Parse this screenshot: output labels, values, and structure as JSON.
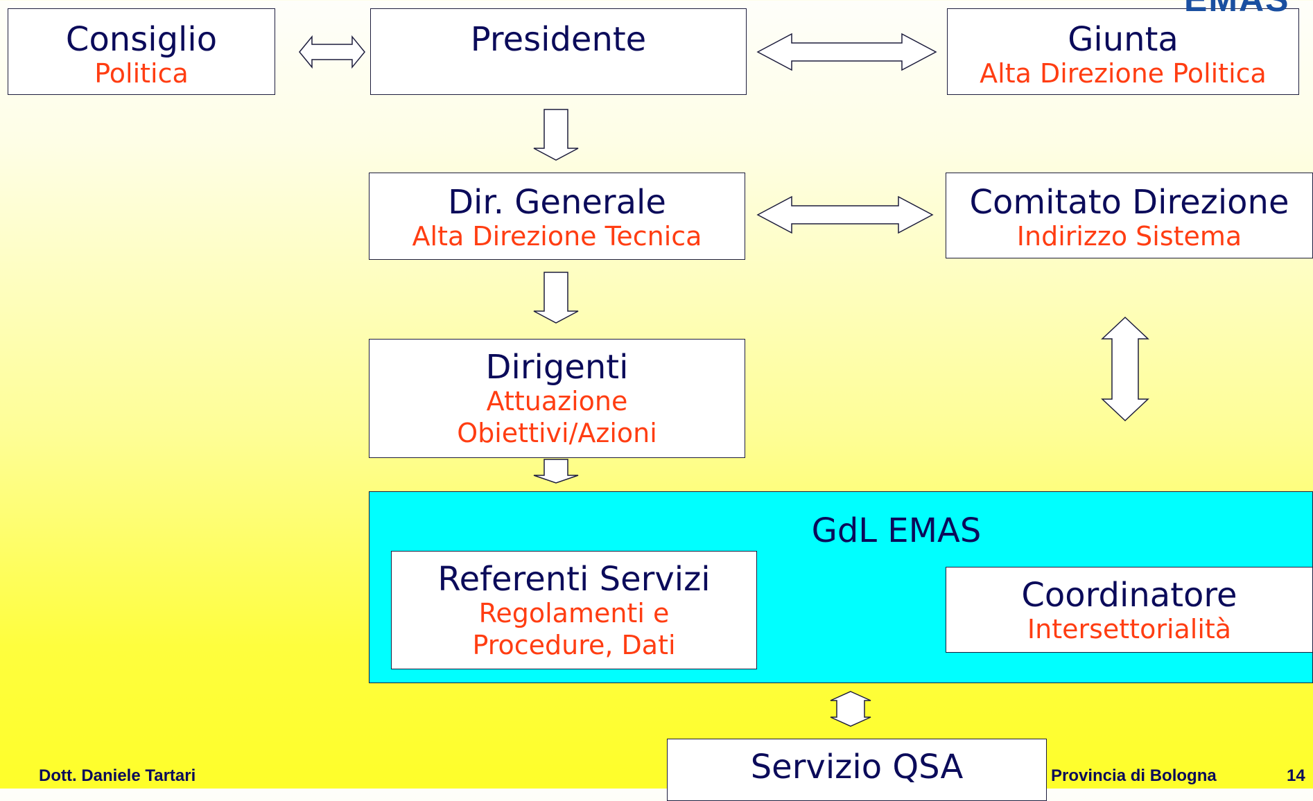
{
  "logo": {
    "text": "EMAS"
  },
  "nodes": {
    "consiglio": {
      "title": "Consiglio",
      "subtitle": "Politica"
    },
    "presidente": {
      "title": "Presidente"
    },
    "giunta": {
      "title": "Giunta",
      "subtitle": "Alta Direzione Politica"
    },
    "dir_generale": {
      "title": "Dir. Generale",
      "subtitle": "Alta Direzione Tecnica"
    },
    "comitato": {
      "title": "Comitato Direzione",
      "subtitle": "Indirizzo Sistema"
    },
    "dirigenti": {
      "title": "Dirigenti",
      "subtitle_1": "Attuazione",
      "subtitle_2": "Obiettivi/Azioni"
    },
    "gdl_emas": {
      "title": "GdL EMAS"
    },
    "referenti": {
      "title": "Referenti Servizi",
      "subtitle_1": "Regolamenti e",
      "subtitle_2": "Procedure, Dati"
    },
    "coordinatore": {
      "title": "Coordinatore",
      "subtitle": "Intersettorialità"
    },
    "servizio_qsa": {
      "title": "Servizio QSA"
    }
  },
  "footer": {
    "author": "Dott. Daniele Tartari",
    "organization": "Provincia di Bologna",
    "page": "14"
  },
  "colors": {
    "title_text": "#0b0b5a",
    "subtitle_text": "#ff3d12",
    "gdl_fill": "#00ffff",
    "box_fill": "#ffffff"
  }
}
